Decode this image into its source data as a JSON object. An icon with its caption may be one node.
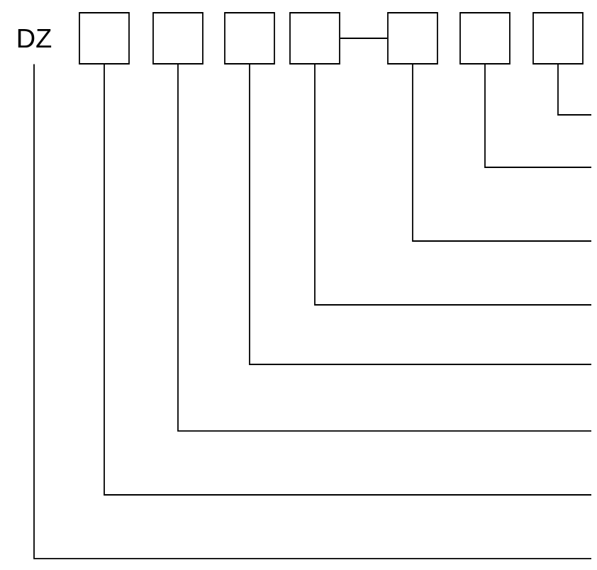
{
  "diagram": {
    "nodes": [
      {
        "text": [
          "DZ"
        ]
      },
      {
        "text": [],
        "shape": "box"
      },
      {
        "text": [],
        "shape": "box"
      },
      {
        "text": [],
        "shape": "box"
      },
      {
        "text": [],
        "shape": "box"
      },
      {
        "text": [],
        "shape": "box"
      },
      {
        "text": [],
        "shape": "box"
      },
      {
        "text": [],
        "shape": "box"
      }
    ],
    "edges": [
      {
        "from": 4,
        "to": 5,
        "arrow": "none"
      },
      {
        "from": 7,
        "to": null,
        "arrow": "none"
      },
      {
        "from": 6,
        "to": null,
        "arrow": "none"
      },
      {
        "from": 5,
        "to": null,
        "arrow": "none"
      },
      {
        "from": 4,
        "to": null,
        "arrow": "none"
      },
      {
        "from": 3,
        "to": null,
        "arrow": "none"
      },
      {
        "from": 2,
        "to": null,
        "arrow": "none"
      },
      {
        "from": 1,
        "to": null,
        "arrow": "none"
      },
      {
        "from": 0,
        "to": null,
        "arrow": "none"
      }
    ]
  }
}
